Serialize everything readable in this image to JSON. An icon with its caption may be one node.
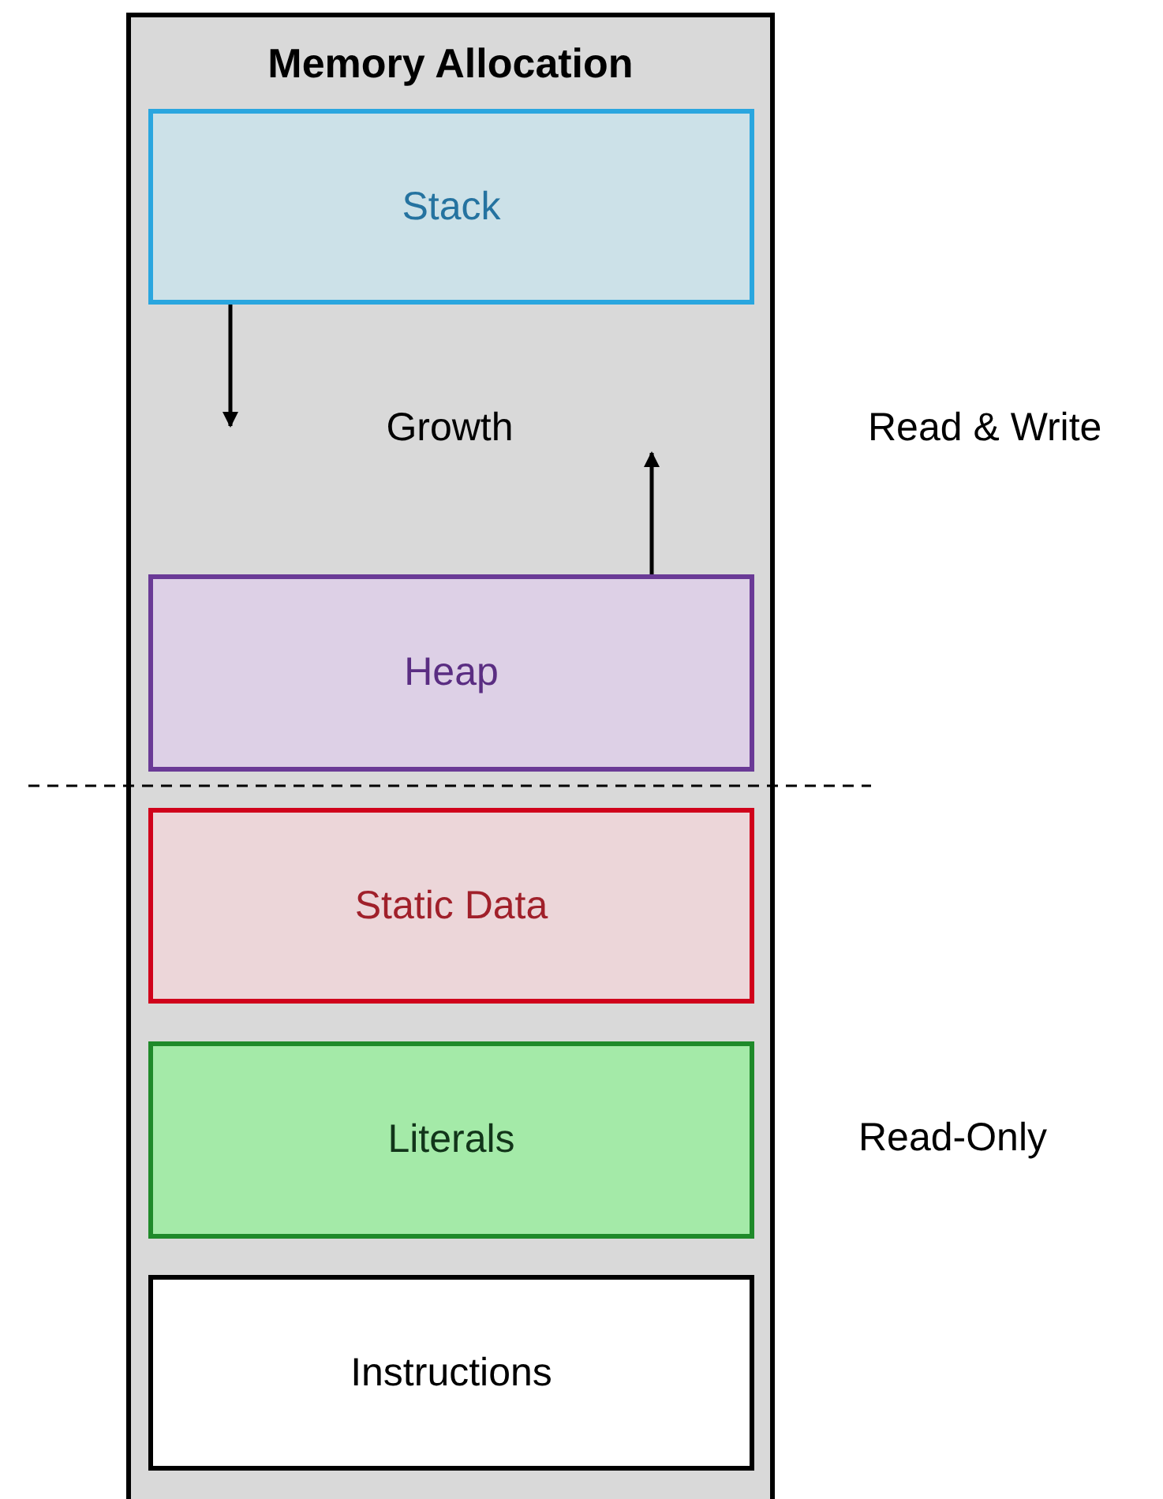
{
  "diagram": {
    "nodes": [
      {
        "text": [
          "Memory Allocation"
        ]
      },
      {
        "text": [
          "Stack"
        ],
        "in": 0
      },
      {
        "text": [
          "Heap"
        ],
        "in": 0
      },
      {
        "text": [
          "Static Data"
        ],
        "in": 0
      },
      {
        "text": [
          "Literals"
        ],
        "in": 0
      },
      {
        "text": [
          "Instructions"
        ],
        "in": 0
      }
    ],
    "edges": [
      {
        "from": 1,
        "to": null,
        "arrow": "to"
      },
      {
        "from": 2,
        "to": null,
        "arrow": "to"
      }
    ],
    "labels": [
      "Growth",
      "Read & Write",
      "Read-Only"
    ]
  }
}
